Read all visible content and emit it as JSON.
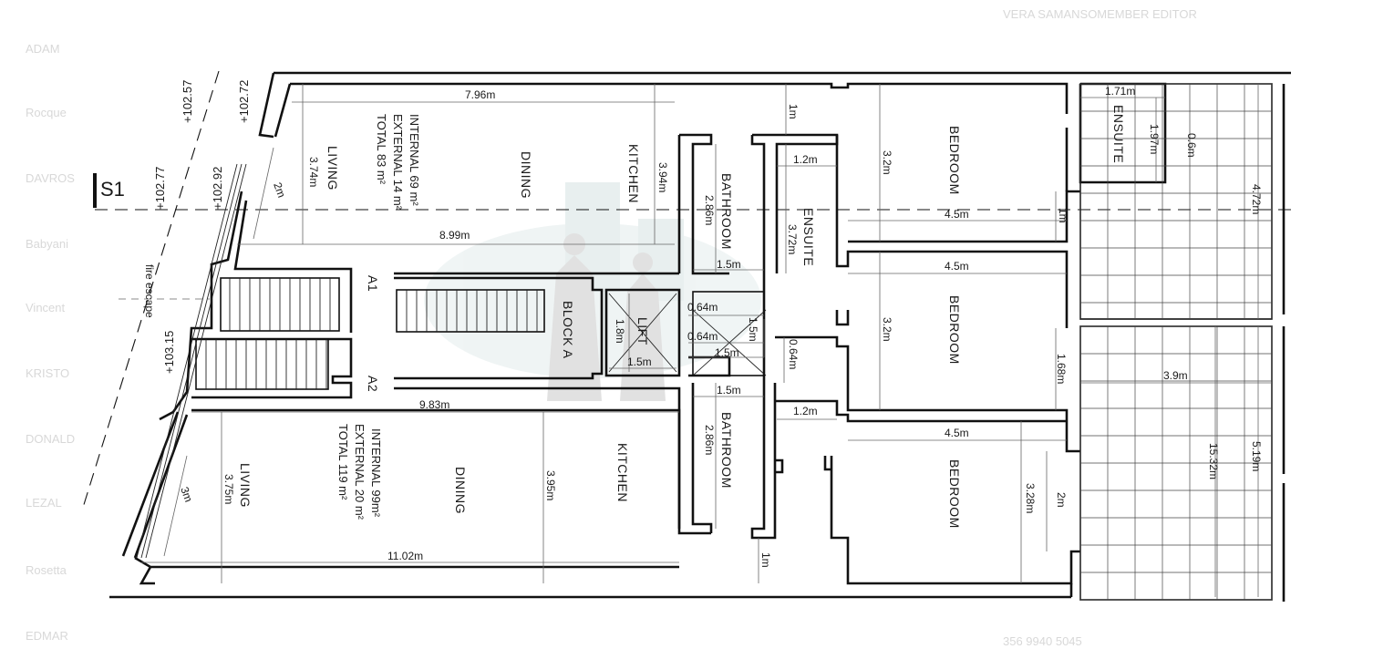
{
  "section_marker": "S1",
  "levels": {
    "l1": "+102.57",
    "l2": "+102.72",
    "l3": "+102.77",
    "l4": "+102.92",
    "l5": "+103.15"
  },
  "fire_escape": "fire escape",
  "stair_labels": {
    "a1": "A1",
    "a2": "A2"
  },
  "block": "BLOCK A",
  "lift": {
    "label": "LIFT",
    "w": "1.5m",
    "d": "1.8m"
  },
  "upper_apartment": {
    "living": "LIVING",
    "living_dim": "3.74m",
    "dining": "DINING",
    "kitchen": "KITCHEN",
    "kitchen_dim": "3.94m",
    "width_dim": "7.96m",
    "length_dim": "8.99m",
    "areas": [
      "INTERNAL   69 m²",
      "EXTERNAL   14 m²",
      "TOTAL      83 m²"
    ]
  },
  "lower_apartment": {
    "living": "LIVING",
    "living_dim": "3.75m",
    "dining": "DINING",
    "kitchen": "KITCHEN",
    "kitchen_dim": "3.95m",
    "width_dim": "9.83m",
    "length_dim": "11.02m",
    "areas": [
      "INTERNAL 99m²",
      "EXTERNAL  20 m²",
      "TOTAL      119 m²"
    ]
  },
  "rooms": {
    "bathroom_top": "BATHROOM",
    "bathroom_top_dim": "2.86m",
    "bathroom_top_w": "1.5m",
    "bathroom_bottom": "BATHROOM",
    "bathroom_bottom_dim": "2.86m",
    "bathroom_bottom_w": "1.5m",
    "ensuite_center": "ENSUITE",
    "ensuite_center_dim": "3.72m",
    "ensuite_center_w": "1.2m",
    "ensuite_top": "ENSUITE",
    "ensuite_top_w": "1.71m",
    "ensuite_top_d": "1.97m",
    "ensuite_top_gap": "0.6m",
    "bedroom_1": "BEDROOM",
    "bedroom_1_w": "4.5m",
    "bedroom_1_d": "3.2m",
    "bedroom_2": "BEDROOM",
    "bedroom_2_w": "4.5m",
    "bedroom_2_d": "3.2m",
    "bedroom_3": "BEDROOM",
    "bedroom_3_w": "4.5m",
    "bedroom_3_d": "3.28m"
  },
  "dims": {
    "corridor_top": "1m",
    "corridor_bottom": "1m",
    "right_gap": "1m",
    "stair_w1": "0.64m",
    "stair_w2": "0.64m",
    "stair_w3": "0.64m",
    "stair_w4": "1.5m",
    "stair_d": "1.5m",
    "lobby_w": "1.2m",
    "b2_gap": "1.68m",
    "b3_gap": "2m",
    "ramp_top": "2m",
    "ramp_bottom": "3m",
    "terrace_w": "3.9m",
    "terrace_d": "15.32m",
    "terrace_top_d": "4.72m",
    "terrace_bottom_d": "5.19m"
  },
  "ghost_text": {
    "top_right": "VERA SAMANSOMEMBER EDITOR",
    "bottom_right": "356 9940 5045",
    "left_column": [
      "ADAM",
      "Rocque",
      "DAVROS",
      "Babyani",
      "Vincent",
      "KRISTO",
      "DONALD",
      "LEZAL",
      "Rosetta",
      "EDMAR"
    ]
  }
}
